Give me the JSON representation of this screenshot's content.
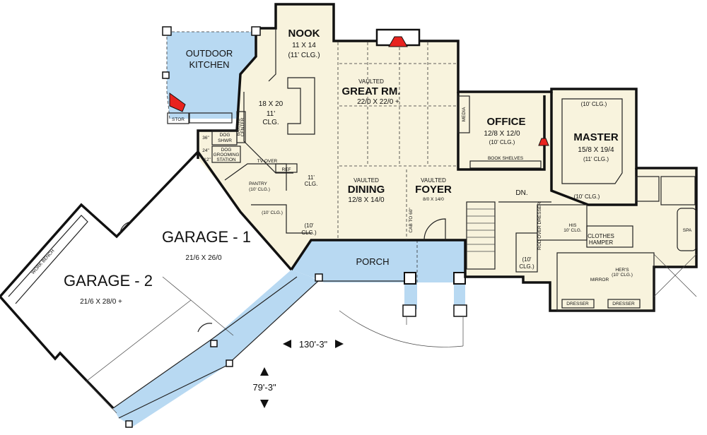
{
  "rooms": {
    "outdoor_kitchen": {
      "line1": "OUTDOOR",
      "line2": "KITCHEN"
    },
    "nook": {
      "name": "NOOK",
      "size": "11 X 14",
      "clg": "(11' CLG.)"
    },
    "kitchen": {
      "size": "18 X 20",
      "clg1": "11'",
      "clg2": "CLG."
    },
    "great_room": {
      "vaulted": "VAULTED",
      "name": "GREAT RM.",
      "size": "22/0  X  22/0  +"
    },
    "office": {
      "name": "OFFICE",
      "size": "12/8  X  12/0",
      "clg": "(10' CLG.)",
      "shelves": "BOOK SHELVES"
    },
    "master": {
      "name": "MASTER",
      "size": "15/8  X  19/4",
      "clg": "(11' CLG.)",
      "clg_top": "(10' CLG.)"
    },
    "dining": {
      "vaulted": "VAULTED",
      "name": "DINING",
      "size": "12/8  X  14/0"
    },
    "foyer": {
      "vaulted": "VAULTED",
      "name": "FOYER",
      "size": "8/0  X  14/0"
    },
    "garage1": {
      "name": "GARAGE - 1",
      "size": "21/6  X  26/0"
    },
    "garage2": {
      "name": "GARAGE - 2",
      "size": "21/6  X  28/0  +"
    },
    "porch": {
      "name": "PORCH"
    },
    "pantry": {
      "name": "PANTRY",
      "clg": "(10' CLG.)"
    },
    "his": {
      "name": "HIS",
      "clg": "10' CLG."
    },
    "hers": {
      "name": "HER'S",
      "clg": "(10' CLG.)"
    }
  },
  "labels": {
    "stor": "STOR",
    "dog_shwr1": "DOG",
    "dog_shwr2": "SHWR",
    "dog_groom1": "DOG",
    "dog_groom2": "GROOMING",
    "dog_groom3": "STATION",
    "dim36": "36\"",
    "dim24": "24\"",
    "dim12": "12\"",
    "baking": "BAKING",
    "center": "CENTER",
    "tv_over": "TV OVER",
    "ref": "REF",
    "clg11a": "11'",
    "clg11b": "CLG.",
    "clg10a": "(10' CLG.)",
    "clg10b": "(10'",
    "clg10c": "CLG.)",
    "clg10d": "(10'",
    "clg10e": "CLG.)",
    "clg10f": "(10' CLG.)",
    "cab": "CAB TO 60\"",
    "media": "MEDIA",
    "dn": "DN.",
    "rod_over_dresser": "ROD OVER DRESSER",
    "clothes": "CLOTHES",
    "hamper": "HAMPER",
    "mirror": "MIRROR",
    "dresser1": "DRESSER",
    "dresser2": "DRESSER",
    "spa": "SPA",
    "workbench": "WORK BENCH",
    "width_dim": "130'-3\"",
    "depth_dim": "79'-3\""
  },
  "colors": {
    "interior": "#f8f3dd",
    "exterior_covered": "#b8d9f2",
    "fireplace": "#e8231f",
    "walls": "#111111"
  }
}
